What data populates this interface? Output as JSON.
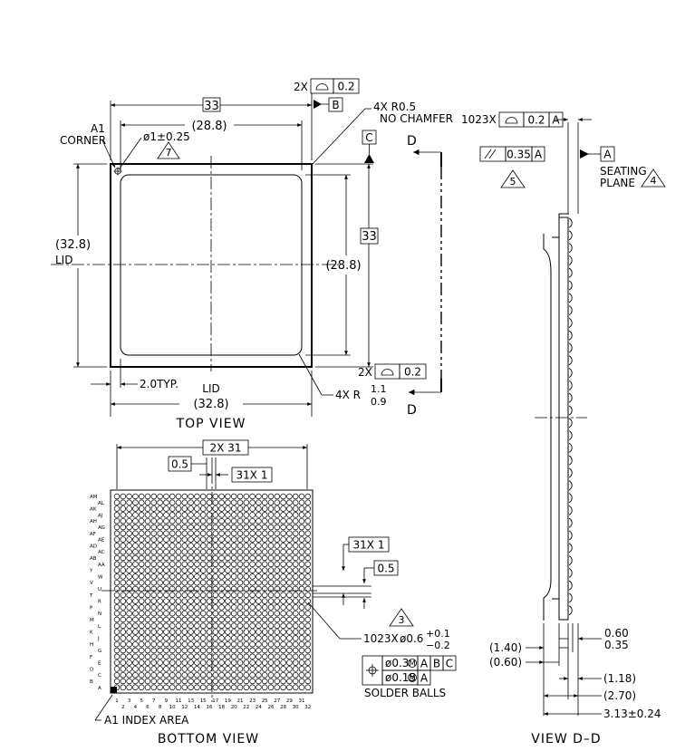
{
  "top_view": {
    "title": "TOP VIEW",
    "dim_33_top": "33",
    "dim_28_8_top": "(28.8)",
    "dim_33_right": "33",
    "dim_28_8_right": "(28.8)",
    "dim_32_8_left": "(32.8)",
    "lid_left": "LID",
    "dim_32_8_bottom": "(32.8)",
    "lid_bottom": "LID",
    "typ_label": "2.0TYP.",
    "a1_corner_line1": "A1",
    "a1_corner_line2": "CORNER",
    "hole_dia": "ø1±0.25",
    "note7": "7",
    "radius_top_line1": "4X R0.5",
    "radius_top_line2": "NO CHAMFER",
    "radius_bottom_prefix": "4X R",
    "radius_bottom_upper": "1.1",
    "radius_bottom_lower": "0.9",
    "fcf_top_count": "2X",
    "fcf_top_value": "0.2",
    "datum_b": "B",
    "datum_c": "C",
    "fcf_bottom_count": "2X",
    "fcf_bottom_value": "0.2",
    "section_label_top": "D",
    "section_label_bottom": "D"
  },
  "view_dd": {
    "title": "VIEW D–D",
    "fcf_count": "1023X",
    "fcf_value": "0.2",
    "fcf_datum": "A",
    "parallel_value": "0.35",
    "parallel_datum": "A",
    "note5": "5",
    "datum_a": "A",
    "seating_line1": "SEATING",
    "seating_line2": "PLANE",
    "note4": "4",
    "dim_060": "0.60",
    "dim_035": "0.35",
    "dim_140": "(1.40)",
    "dim_060b": "(0.60)",
    "dim_118": "(1.18)",
    "dim_270": "(2.70)",
    "dim_313": "3.13±0.24"
  },
  "bottom_view": {
    "title": "BOTTOM VIEW",
    "dim_2x31": "2X 31",
    "dim_05_top": "0.5",
    "dim_31x1_top": "31X 1",
    "dim_31x1_right": "31X 1",
    "dim_05_right": "0.5",
    "note3": "3",
    "ball_count": "1023X",
    "ball_dia": "ø0.6",
    "ball_tol_upper": "+0.1",
    "ball_tol_lower": "−0.2",
    "fcf_row1_value": "ø0.3",
    "fcf_row1_datums": [
      "A",
      "B",
      "C"
    ],
    "fcf_row2_value": "ø0.15",
    "fcf_row2_datums": [
      "A"
    ],
    "solder_balls": "SOLDER BALLS",
    "a1_index": "A1 INDEX AREA",
    "row_labels_left": [
      "AM",
      "AK",
      "AH",
      "AF",
      "AD",
      "AB",
      "Y",
      "V",
      "T",
      "P",
      "M",
      "K",
      "H",
      "F",
      "D",
      "B"
    ],
    "row_labels_right": [
      "AL",
      "AJ",
      "AG",
      "AE",
      "AC",
      "AA",
      "W",
      "U",
      "R",
      "N",
      "L",
      "J",
      "G",
      "E",
      "C",
      "A"
    ],
    "col_labels_odd": [
      "1",
      "3",
      "5",
      "7",
      "9",
      "11",
      "13",
      "15",
      "17",
      "19",
      "21",
      "23",
      "25",
      "27",
      "29",
      "31"
    ],
    "col_labels_even": [
      "2",
      "4",
      "6",
      "8",
      "10",
      "12",
      "14",
      "16",
      "18",
      "20",
      "22",
      "24",
      "26",
      "28",
      "30",
      "32"
    ]
  }
}
